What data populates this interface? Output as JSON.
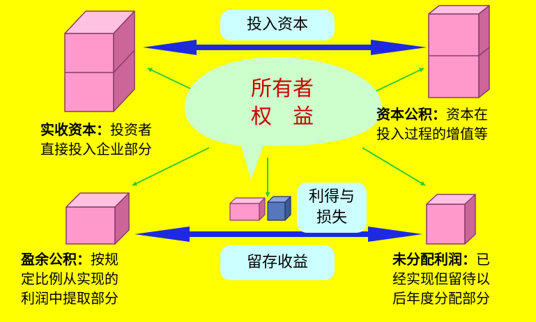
{
  "colors": {
    "background": "#ffff00",
    "center_ellipse": "#ccffcc",
    "callout_box": "#ccffff",
    "cube_pink": "#ff99cc",
    "cube_blue": "#5577bb",
    "arrow_blue": "#1e2ae0",
    "arrow_green": "#33cc33",
    "center_text": "#cc0000"
  },
  "center": {
    "line1": "所有者",
    "line2": "权　益"
  },
  "callouts": {
    "top": "投入资本",
    "bottom": "留存收益",
    "middle_line1": "利得与",
    "middle_line2": "损失"
  },
  "labels": {
    "paid_in": {
      "title": "实收资本：",
      "line1_rest": "投资者",
      "line2": "直接投入企业部分"
    },
    "capital_reserve": {
      "title": "资本公积：",
      "line1_rest": "资本在",
      "line2": "投入过程的增值等"
    },
    "surplus_reserve": {
      "title": "盈余公积：",
      "line1_rest": "按规",
      "line2": "定比例从实现的",
      "line3": "利润中提取部分"
    },
    "undistributed_profit": {
      "title": "未分配利润：",
      "line1_rest": "已",
      "line2": "经实现但留待以",
      "line3": "后年度分配部分"
    }
  }
}
